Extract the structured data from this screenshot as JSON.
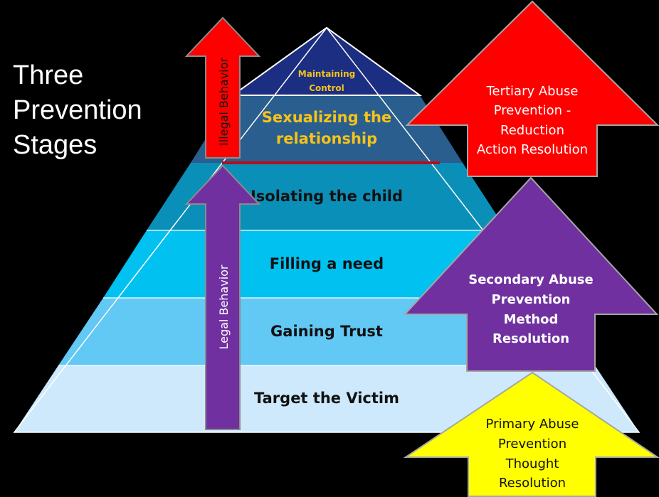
{
  "title": {
    "line1": "Three",
    "line2": "Prevention",
    "line3": "Stages"
  },
  "pyramid": {
    "levels": [
      {
        "label": "Target the Victim"
      },
      {
        "label": "Gaining Trust"
      },
      {
        "label": "Filling a need"
      },
      {
        "label": "Isolating the child"
      },
      {
        "label1": "Sexualizing the",
        "label2": "relationship"
      },
      {
        "label1": "Maintaining",
        "label2": "Control"
      }
    ],
    "colors": {
      "level1": "#cde9fb",
      "level2": "#62c8f4",
      "level3": "#00c1f0",
      "level4": "#0a8fb8",
      "level5": "#2a5e8e",
      "level6": "#1c2e82",
      "top_text": "#f6c318",
      "divider": "#b30f1e"
    }
  },
  "vertical_arrows": {
    "illegal": {
      "label": "Illegal Behavior",
      "color": "#ff0000"
    },
    "legal": {
      "label": "Legal Behavior",
      "color": "#7030a0"
    }
  },
  "stage_arrows": {
    "tertiary": {
      "lines": [
        "Tertiary Abuse",
        "Prevention -",
        "Reduction",
        "Action Resolution"
      ],
      "color": "#ff0000"
    },
    "secondary": {
      "lines": [
        "Secondary Abuse",
        "Prevention",
        "Method",
        "Resolution"
      ],
      "color": "#7030a0"
    },
    "primary": {
      "lines": [
        "Primary Abuse",
        "Prevention",
        "Thought",
        "Resolution"
      ],
      "color": "#ffff00"
    }
  }
}
